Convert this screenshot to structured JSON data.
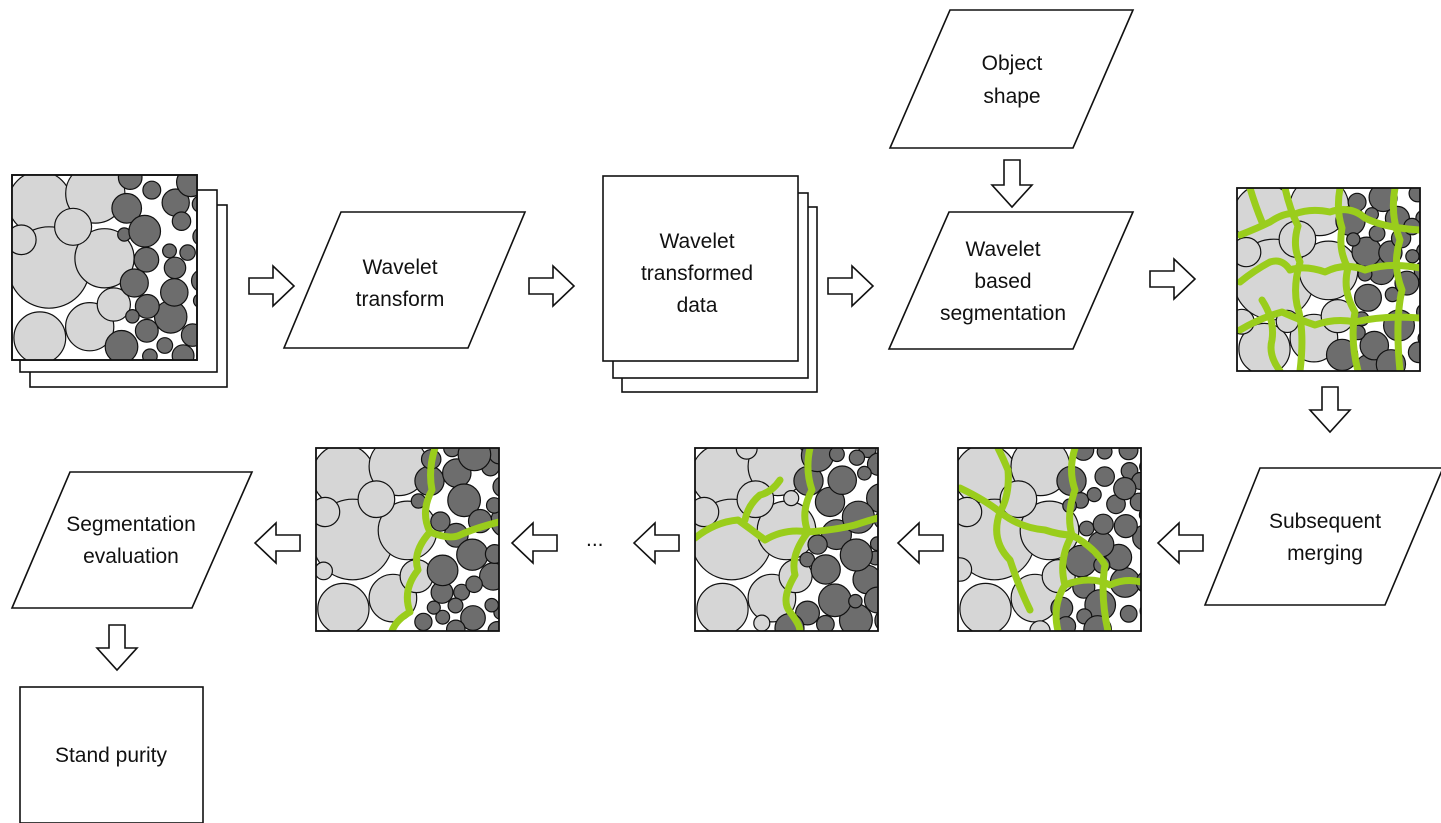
{
  "colors": {
    "light_particle": "#d6d6d6",
    "dark_particle": "#6d6d6d",
    "boundary": "#9acd1c",
    "outline": "#111111"
  },
  "labels": {
    "wavelet_transform": [
      "Wavelet",
      "transform"
    ],
    "transformed_data": [
      "Wavelet",
      "transformed",
      "data"
    ],
    "object_shape": [
      "Object",
      "shape"
    ],
    "segmentation": [
      "Wavelet",
      "based",
      "segmentation"
    ],
    "merging": [
      "Subsequent",
      "merging"
    ],
    "evaluation": [
      "Segmentation",
      "evaluation"
    ],
    "stand_purity": "Stand purity",
    "ellipsis": "..."
  },
  "icons": {
    "arrow_right": "hollow-arrow-right-icon",
    "arrow_left": "hollow-arrow-left-icon",
    "arrow_down": "hollow-arrow-down-icon"
  }
}
